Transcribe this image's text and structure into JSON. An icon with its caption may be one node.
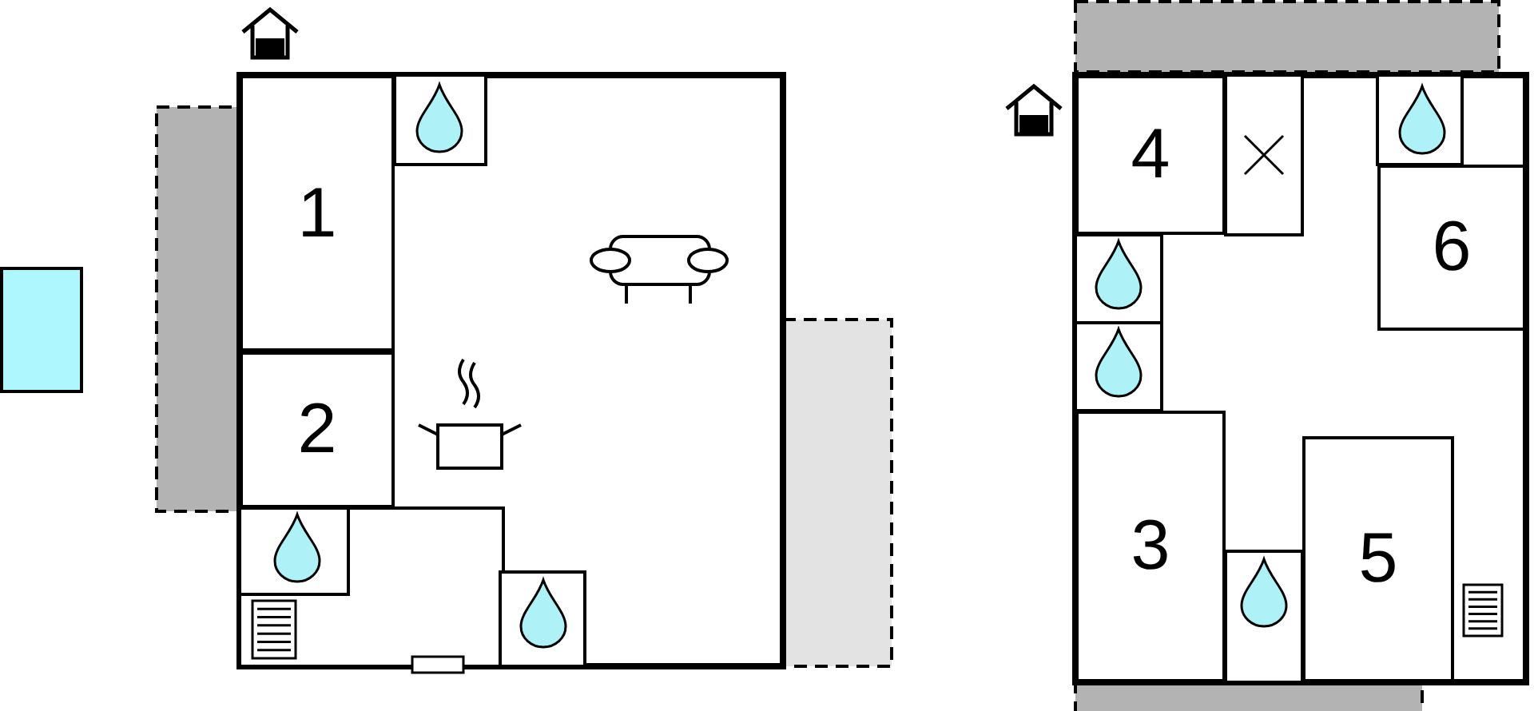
{
  "diagram": {
    "nodes": [
      {
        "text": [
          "1"
        ]
      },
      {
        "text": [
          "2"
        ]
      },
      {
        "text": [
          "4"
        ]
      },
      {
        "text": [
          "6"
        ]
      },
      {
        "text": [
          "3"
        ]
      },
      {
        "text": [
          "5"
        ]
      },
      {
        "text": [],
        "shape": "box"
      },
      {
        "text": [],
        "shape": "box"
      },
      {
        "text": [],
        "shape": "box"
      },
      {
        "text": [],
        "shape": "box"
      },
      {
        "text": [],
        "shape": "box"
      }
    ]
  }
}
